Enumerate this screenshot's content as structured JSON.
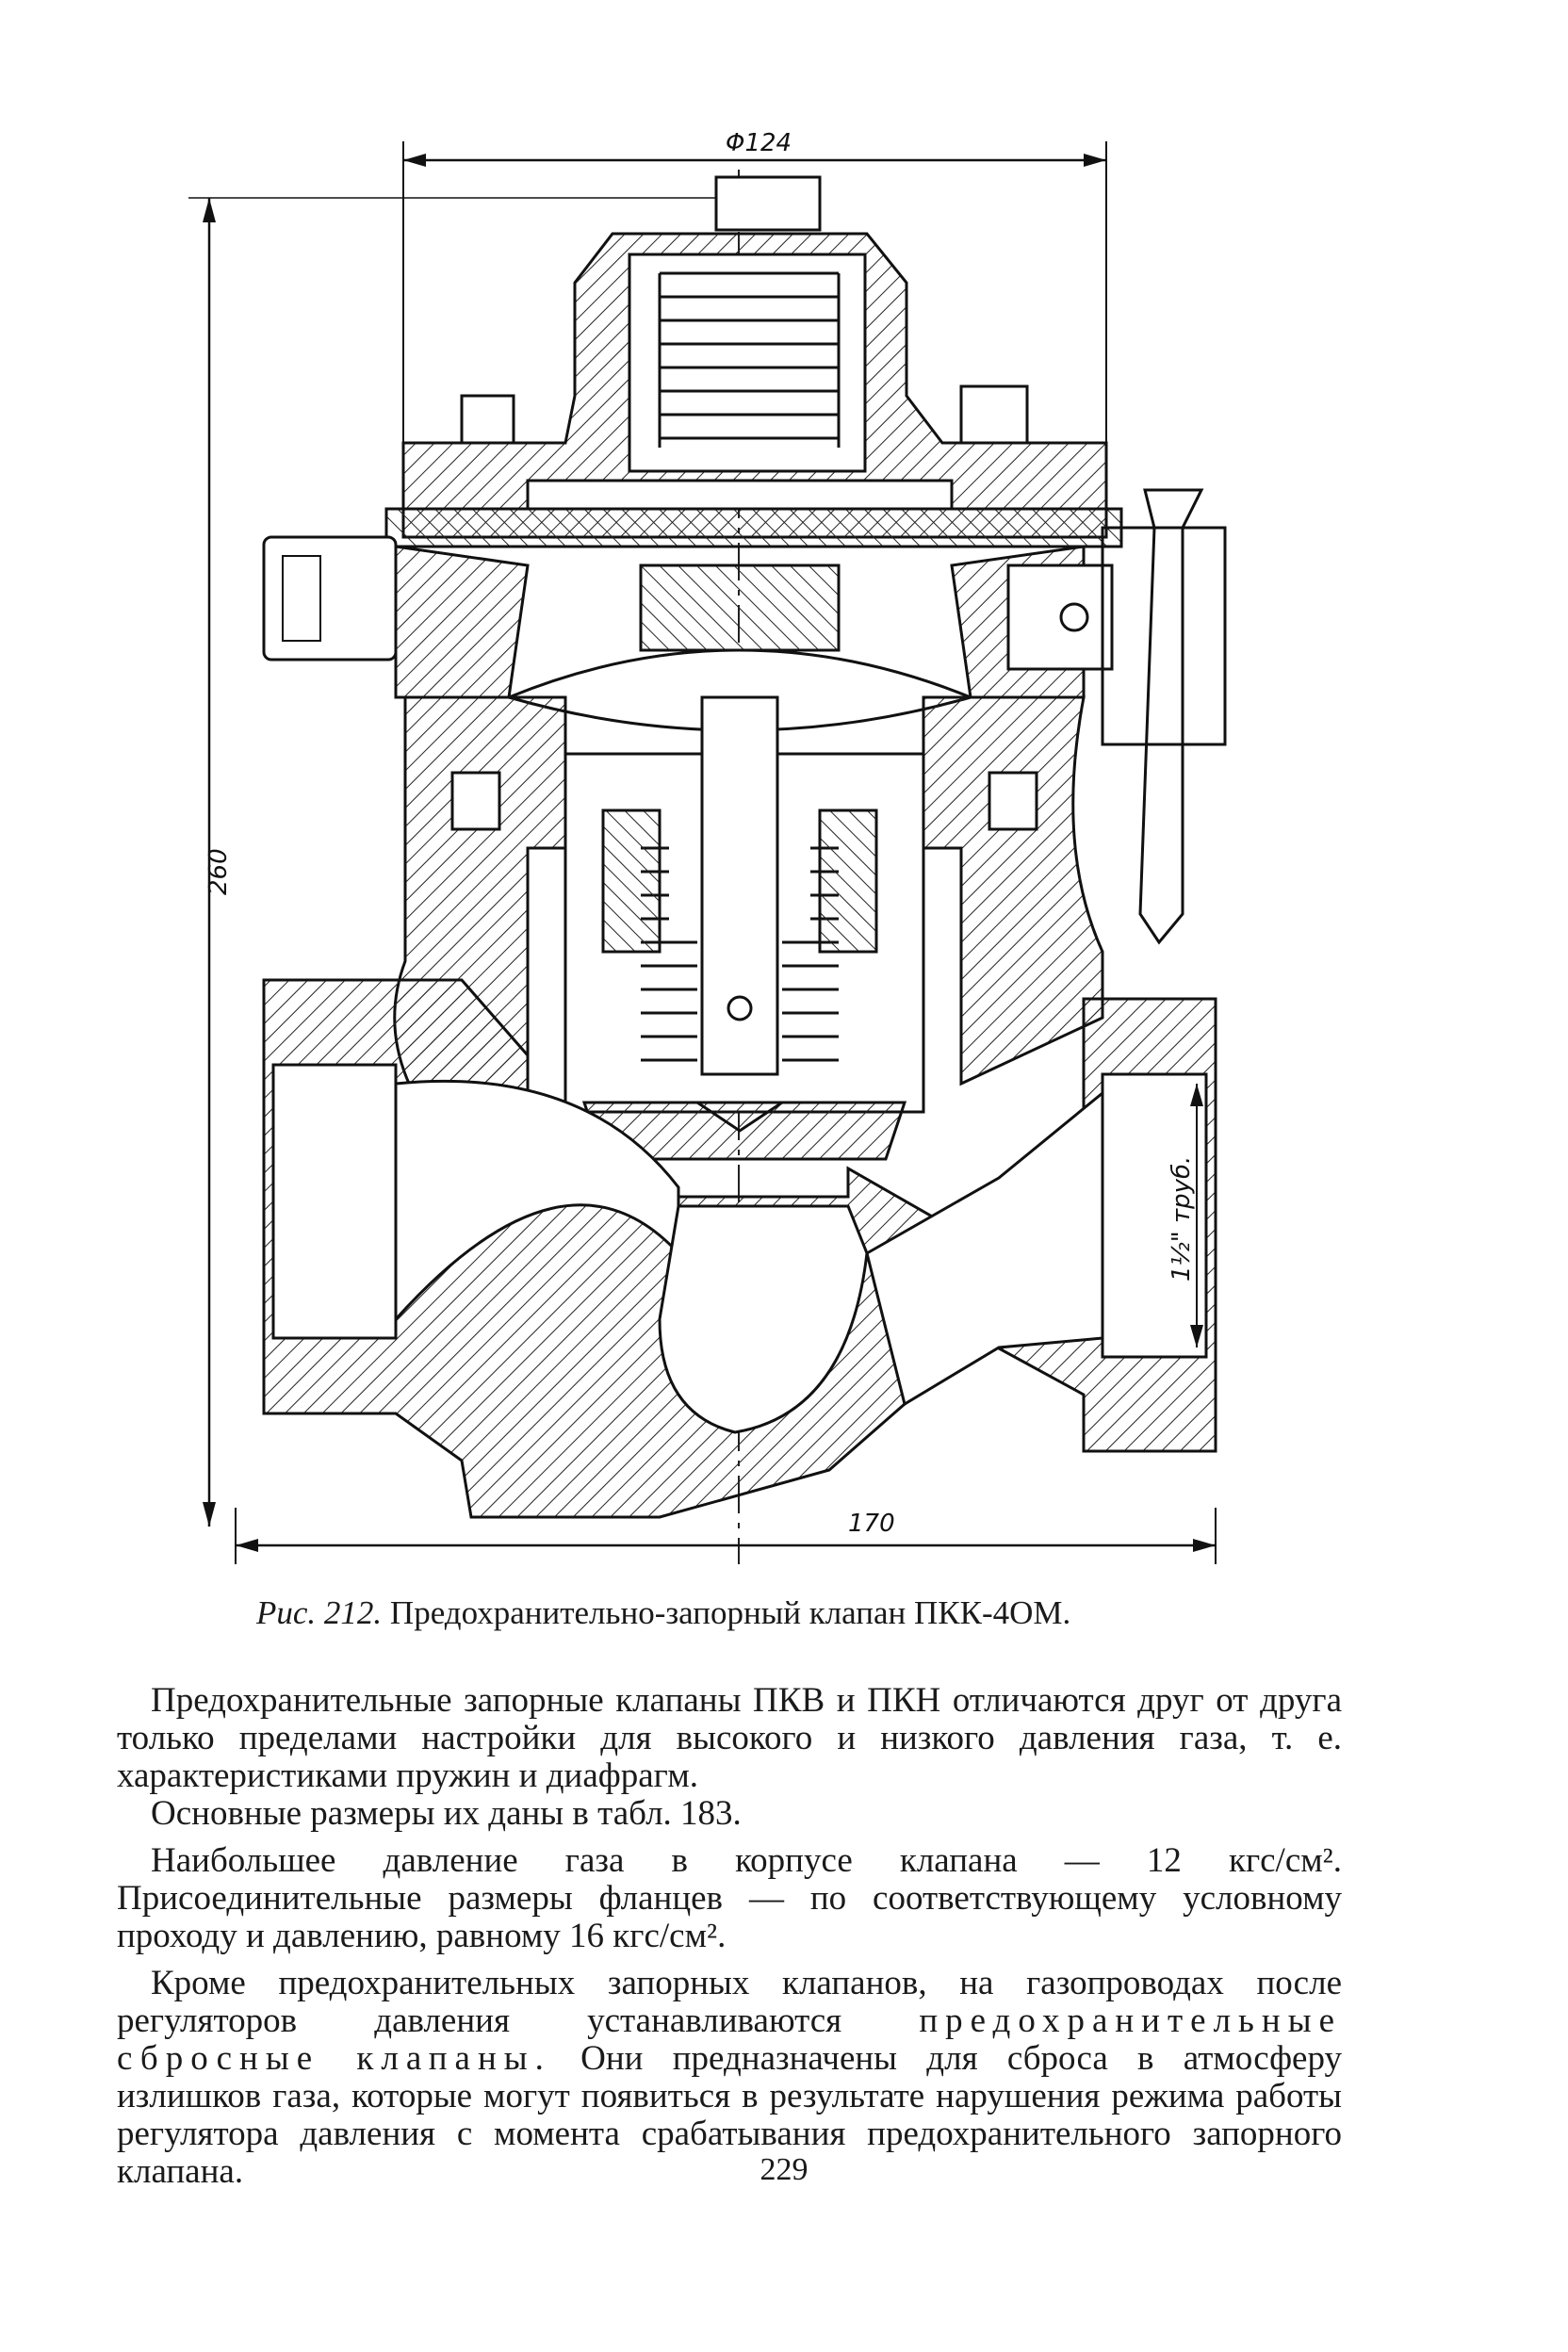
{
  "figure": {
    "dim_top": "Φ124",
    "dim_left": "260",
    "dim_bottom": "170",
    "dim_right": "1½\" труб.",
    "caption_num": "Рис. 212.",
    "caption_text": "Предохранительно-запорный клапан ПКК-4ОМ."
  },
  "paragraphs": [
    {
      "text": "Предохранительные запорные клапаны ПКВ и ПКН отличаются друг от друга только пределами настройки для высокого и низкого давления газа, т. е. характеристиками пружин и диафрагм."
    },
    {
      "text": "Основные размеры их даны в табл. 183."
    },
    {
      "text": "Наибольшее давление газа в корпусе клапана — 12 кгс/см². Присоединительные размеры фланцев — по соответствующему условному проходу и давлению, равному 16 кгс/см²."
    }
  ],
  "last_paragraph": {
    "before": "Кроме предохранительных запорных клапанов, на газопроводах после регуляторов давления устанавливаются",
    "spaced": "предохранительные сбросные клапаны.",
    "after": "Они предназначены для сброса в атмосферу излишков газа, которые могут появиться в результате нарушения режима работы регулятора давления с момента срабатывания предохранительного запорного клапана."
  },
  "page_number": "229"
}
